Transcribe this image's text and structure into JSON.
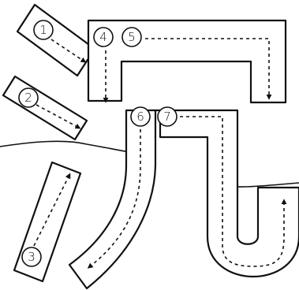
{
  "diagram": {
    "stroke_color": "#111111",
    "background": "#ffffff",
    "steps": [
      {
        "label": "1"
      },
      {
        "label": "2"
      },
      {
        "label": "3"
      },
      {
        "label": "4"
      },
      {
        "label": "5"
      },
      {
        "label": "6"
      },
      {
        "label": "7"
      }
    ]
  }
}
